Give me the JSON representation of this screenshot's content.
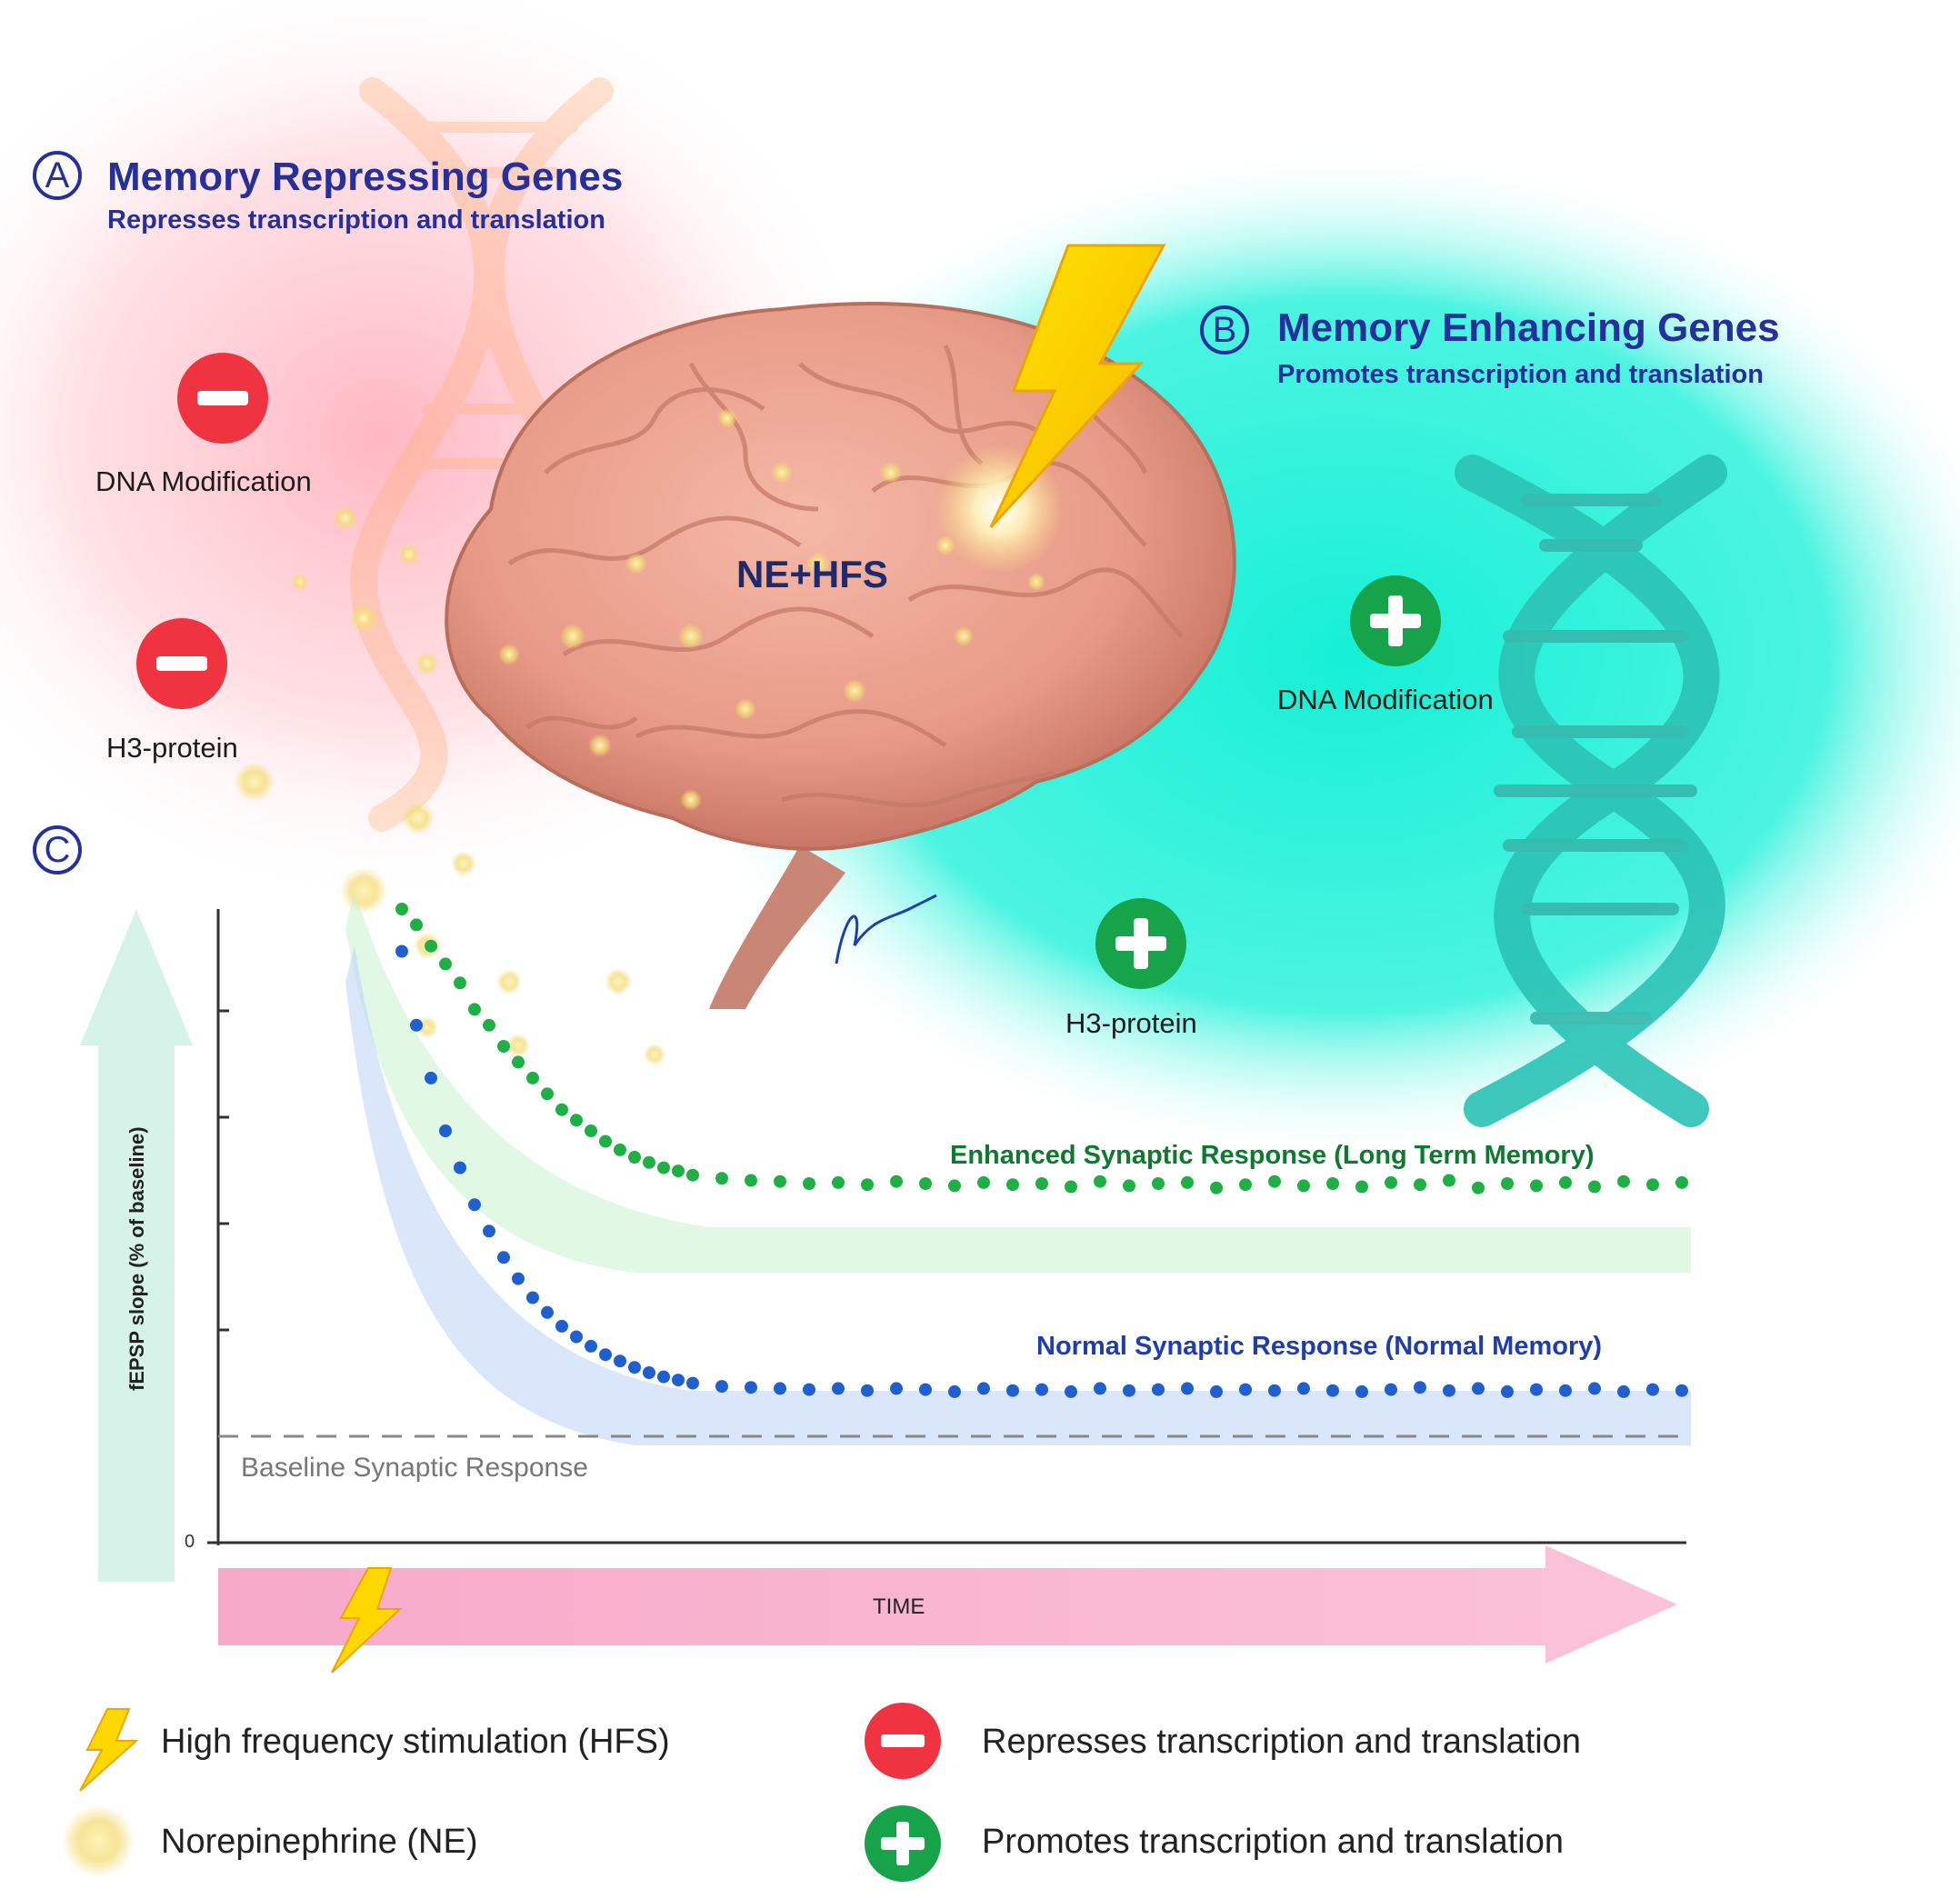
{
  "panel_a": {
    "letter": "A",
    "title": "Memory Repressing Genes",
    "subtitle": "Represses transcription and translation",
    "items": [
      "DNA Modification",
      "H3-protein"
    ],
    "color": "#ef3340"
  },
  "panel_b": {
    "letter": "B",
    "title": "Memory Enhancing Genes",
    "subtitle": "Promotes transcription and translation",
    "items": [
      "DNA Modification",
      "H3-protein"
    ],
    "color": "#17a34a"
  },
  "brain_label": "NE+HFS",
  "panel_c": {
    "letter": "C"
  },
  "chart_data": {
    "type": "scatter",
    "xlabel": "TIME",
    "ylabel": "fEPSP slope (% of baseline)",
    "y_tick_labels": [
      "0"
    ],
    "baseline": {
      "label": "Baseline Synaptic Response",
      "y": 100
    },
    "series": [
      {
        "name": "Enhanced Synaptic Response (Long Term Memory)",
        "color": "#1fb045",
        "x": [
          1,
          1.5,
          2,
          2.5,
          3,
          3.5,
          4,
          4.5,
          5,
          5.5,
          6,
          6.5,
          7,
          7.5,
          8,
          8.5,
          9,
          9.5,
          10,
          10.5,
          11,
          12,
          13,
          14,
          15,
          16,
          17,
          18,
          19,
          20,
          21,
          22,
          23,
          24,
          25,
          26,
          27,
          28,
          29,
          30,
          31,
          32,
          33,
          34,
          35,
          36,
          37,
          38,
          39,
          40,
          41,
          42,
          43,
          44,
          45
        ],
        "y": [
          600,
          585,
          565,
          548,
          530,
          505,
          490,
          470,
          455,
          440,
          425,
          410,
          400,
          390,
          380,
          372,
          365,
          360,
          355,
          352,
          348,
          345,
          343,
          342,
          340,
          341,
          339,
          342,
          340,
          338,
          341,
          339,
          340,
          337,
          342,
          338,
          340,
          341,
          336,
          339,
          342,
          338,
          340,
          337,
          341,
          339,
          343,
          336,
          340,
          338,
          341,
          337,
          342,
          339,
          341
        ]
      },
      {
        "name": "Normal Synaptic Response (Normal Memory)",
        "color": "#1f5fd0",
        "x": [
          1,
          1.5,
          2,
          2.5,
          3,
          3.5,
          4,
          4.5,
          5,
          5.5,
          6,
          6.5,
          7,
          7.5,
          8,
          8.5,
          9,
          9.5,
          10,
          10.5,
          11,
          12,
          13,
          14,
          15,
          16,
          17,
          18,
          19,
          20,
          21,
          22,
          23,
          24,
          25,
          26,
          27,
          28,
          29,
          30,
          31,
          32,
          33,
          34,
          35,
          36,
          37,
          38,
          39,
          40,
          41,
          42,
          43,
          44,
          45
        ],
        "y": [
          560,
          490,
          440,
          390,
          355,
          320,
          295,
          270,
          250,
          232,
          218,
          205,
          195,
          186,
          178,
          172,
          166,
          161,
          157,
          154,
          151,
          148,
          147,
          146,
          145,
          146,
          144,
          146,
          145,
          143,
          146,
          144,
          145,
          143,
          146,
          144,
          145,
          146,
          143,
          145,
          144,
          146,
          144,
          143,
          145,
          147,
          144,
          146,
          143,
          145,
          144,
          146,
          143,
          145,
          144
        ]
      }
    ],
    "xlim": [
      0,
      45
    ],
    "ylim": [
      0,
      600
    ]
  },
  "legend": [
    {
      "icon": "lightning-bolt-icon",
      "label": "High frequency stimulation (HFS)"
    },
    {
      "icon": "norepinephrine-glow-icon",
      "label": "Norepinephrine (NE)"
    },
    {
      "icon": "minus-circle-icon",
      "label": "Represses transcription and translation"
    },
    {
      "icon": "plus-circle-icon",
      "label": "Promotes transcription and translation"
    }
  ]
}
